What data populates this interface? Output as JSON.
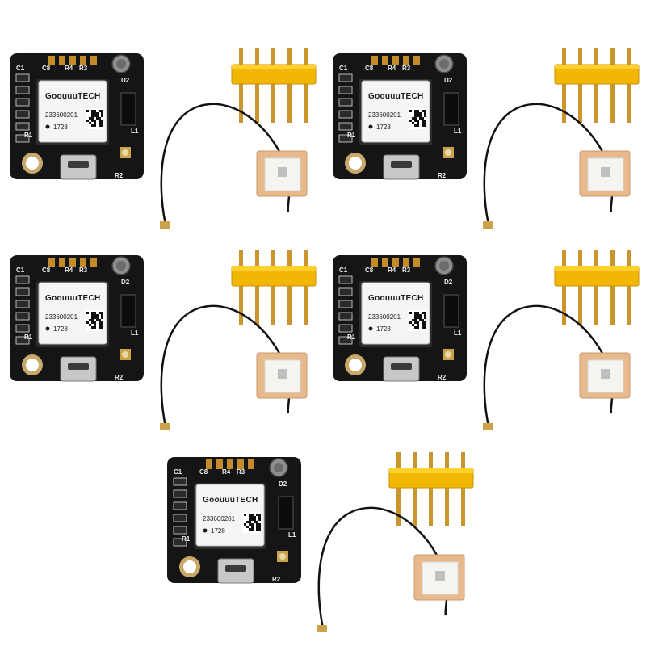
{
  "product": {
    "module_brand": "GoouuuTECH",
    "module_serial": "233600201",
    "module_date": "1728",
    "silk_labels": [
      "C1",
      "C8",
      "R4",
      "R3",
      "D2",
      "L1",
      "R2",
      "R1"
    ],
    "kit_count": 5,
    "colors": {
      "pcb": "#151515",
      "header_plastic": "#f2b705",
      "pins": "#c9962e",
      "antenna_ceramic": "#e7b98d",
      "antenna_patch": "#f4f4f1",
      "shield": "#f5f5f3",
      "usb": "#c8c8c8"
    }
  }
}
